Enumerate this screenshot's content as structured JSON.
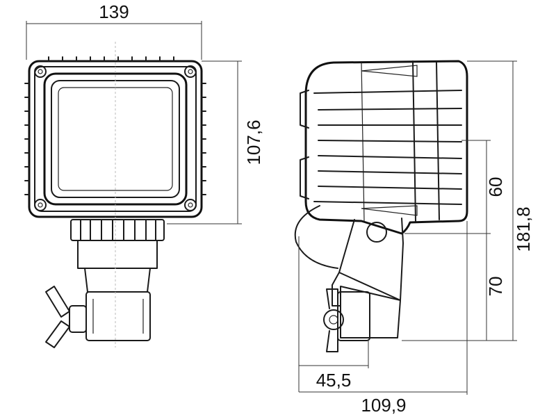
{
  "drawing": {
    "dimensions": {
      "front_width": "139",
      "front_height": "107,6",
      "side_upper": "60",
      "side_lower": "70",
      "side_total_height": "181,8",
      "side_mount_offset": "45,5",
      "side_total_depth": "109,9"
    }
  }
}
